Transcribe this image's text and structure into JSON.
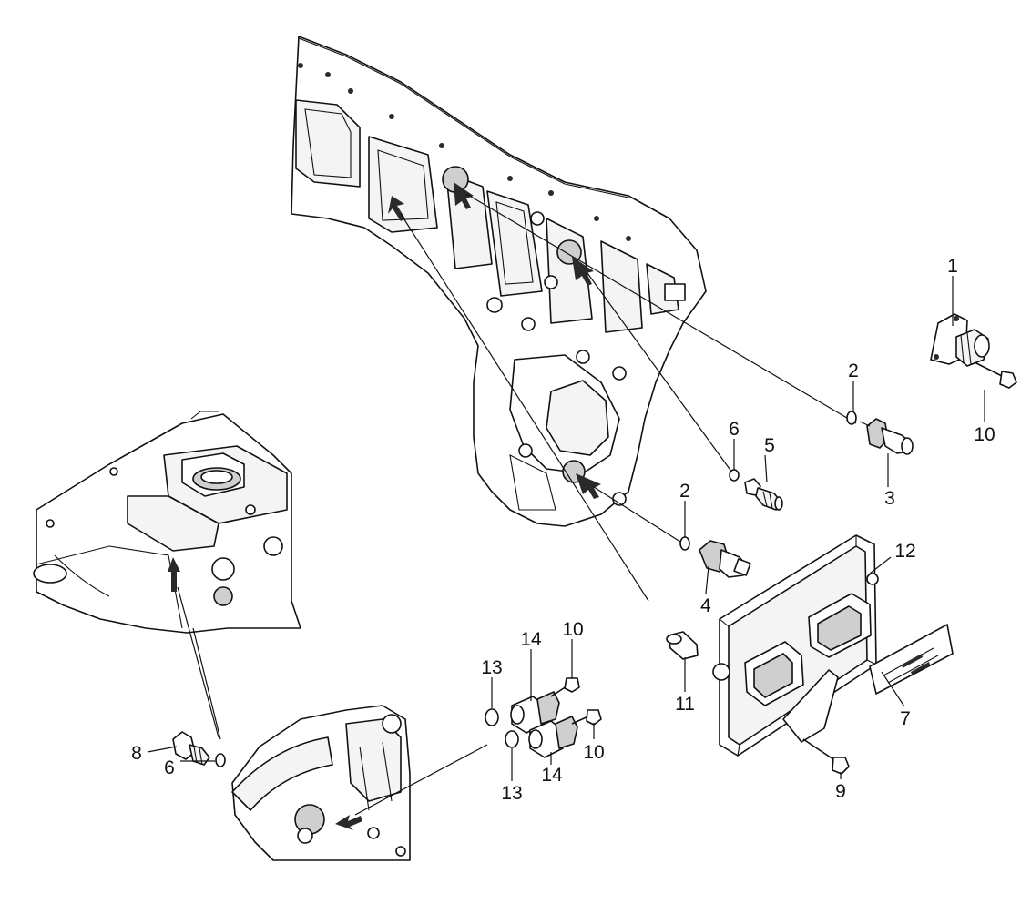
{
  "callouts": [
    {
      "id": "c1",
      "label": "1"
    },
    {
      "id": "c2a",
      "label": "2"
    },
    {
      "id": "c2b",
      "label": "2"
    },
    {
      "id": "c3",
      "label": "3"
    },
    {
      "id": "c4",
      "label": "4"
    },
    {
      "id": "c5",
      "label": "5"
    },
    {
      "id": "c6a",
      "label": "6"
    },
    {
      "id": "c6b",
      "label": "6"
    },
    {
      "id": "c7",
      "label": "7"
    },
    {
      "id": "c8",
      "label": "8"
    },
    {
      "id": "c9",
      "label": "9"
    },
    {
      "id": "c10a",
      "label": "10"
    },
    {
      "id": "c10b",
      "label": "10"
    },
    {
      "id": "c10c",
      "label": "10"
    },
    {
      "id": "c11",
      "label": "11"
    },
    {
      "id": "c12",
      "label": "12"
    },
    {
      "id": "c13a",
      "label": "13"
    },
    {
      "id": "c13b",
      "label": "13"
    },
    {
      "id": "c14a",
      "label": "14"
    },
    {
      "id": "c14b",
      "label": "14"
    }
  ]
}
